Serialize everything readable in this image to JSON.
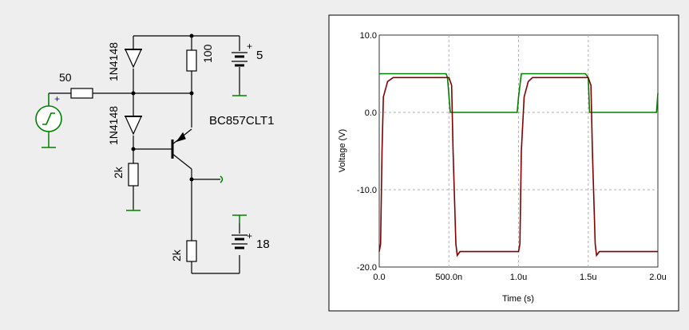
{
  "schematic": {
    "source_resistor": "50",
    "diode_top": "1N4148",
    "diode_bottom": "1N4148",
    "resistor_top": "100",
    "battery_top_value": "5",
    "transistor": "BC857CLT1",
    "resistor_base": "2k",
    "resistor_collector": "2k",
    "battery_bottom_value": "18",
    "plus_sign": "+"
  },
  "chart_data": {
    "type": "line",
    "xlabel": "Time (s)",
    "ylabel": "Voltage (V)",
    "xlim": [
      0,
      2e-06
    ],
    "ylim": [
      -20,
      10
    ],
    "x_ticks": [
      "0.0",
      "500.0n",
      "1.0u",
      "1.5u",
      "2.0u"
    ],
    "y_ticks": [
      "10.0",
      "0.0",
      "-10.0",
      "-20.0"
    ],
    "grid": true,
    "series": [
      {
        "color": "#008000",
        "x": [
          0,
          1e-08,
          4.8e-07,
          4.9e-07,
          5.1e-07,
          5.2e-07,
          5.3e-07,
          9.9e-07,
          1e-06,
          1.02e-06,
          1.03e-06,
          1.48e-06,
          1.5e-06,
          1.51e-06,
          1.52e-06,
          1.99e-06,
          2e-06
        ],
        "y": [
          5,
          5,
          5,
          4.5,
          0,
          0,
          0,
          0,
          2,
          5,
          5,
          5,
          4.5,
          0,
          0,
          0,
          2.5
        ]
      },
      {
        "color": "#800000",
        "x": [
          0,
          1e-08,
          2e-08,
          3e-08,
          6e-08,
          1e-07,
          5e-07,
          5.2e-07,
          5.3e-07,
          5.5e-07,
          5.6e-07,
          5.8e-07,
          6e-07,
          1e-06,
          1.01e-06,
          1.02e-06,
          1.04e-06,
          1.07e-06,
          1.1e-06,
          1.5e-06,
          1.52e-06,
          1.53e-06,
          1.55e-06,
          1.56e-06,
          1.58e-06,
          1.6e-06,
          2e-06
        ],
        "y": [
          -18,
          -17,
          -5,
          2,
          4,
          4.5,
          4.5,
          3.5,
          -5,
          -17,
          -18.5,
          -18,
          -18,
          -18,
          -17,
          -5,
          2,
          4,
          4.5,
          4.5,
          3.5,
          -5,
          -17,
          -18.5,
          -18,
          -18,
          -18
        ]
      }
    ]
  },
  "colors": {
    "background": "#eeeeee",
    "wire": "#000000",
    "ground": "#008000",
    "source": "#008000",
    "panel_border": "#000000"
  }
}
